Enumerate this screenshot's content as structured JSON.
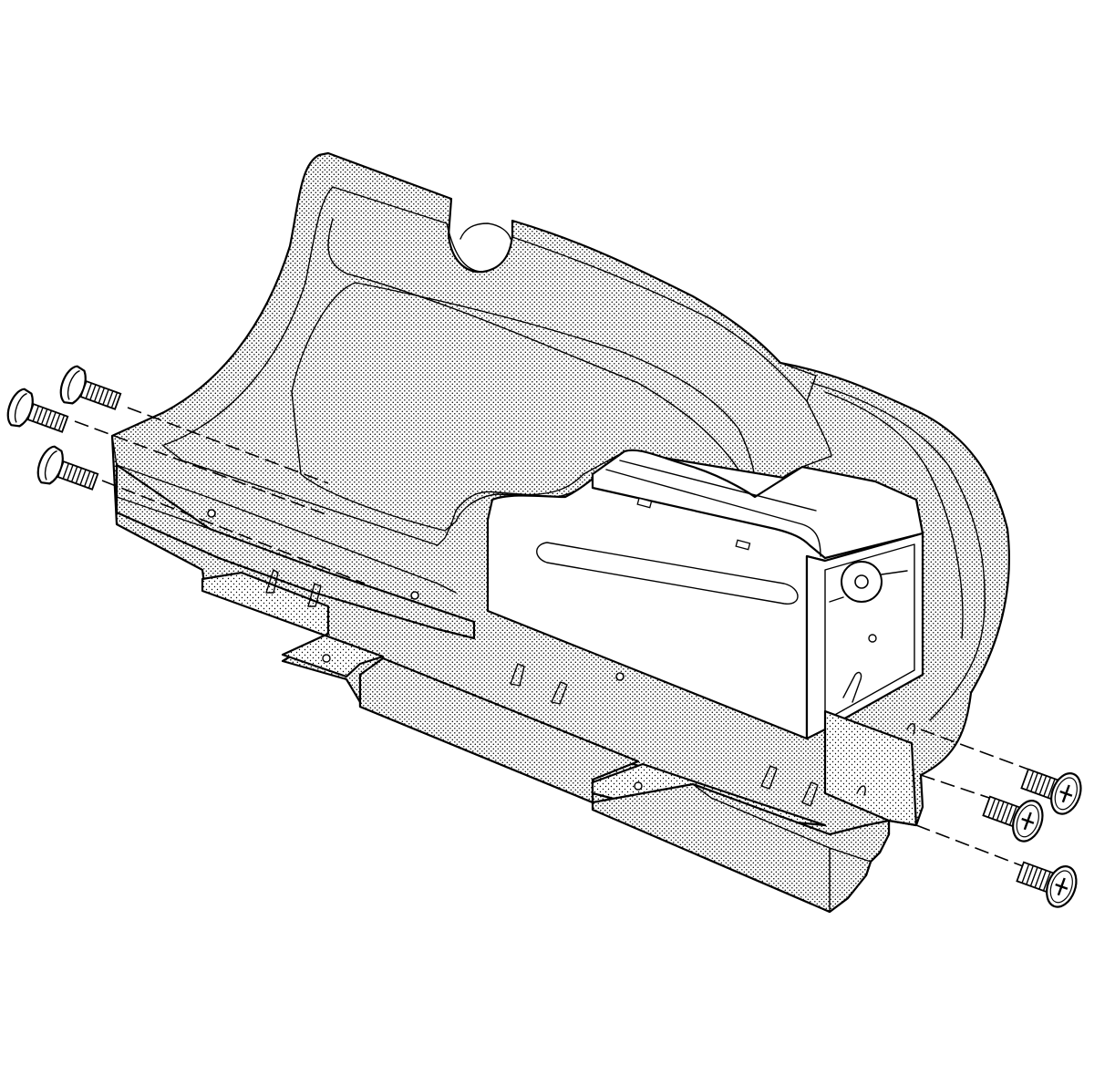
{
  "figure": {
    "kind": "exploded-view line drawing",
    "palette": {
      "ink": "#000000",
      "paper": "#ffffff",
      "stipple": "#000000"
    },
    "components": [
      "trim-panel",
      "storage-compartment",
      "mounting-bracket",
      "left-screws",
      "right-screws"
    ],
    "fastener_counts": {
      "left_screws": 3,
      "right_screws": 3
    }
  }
}
